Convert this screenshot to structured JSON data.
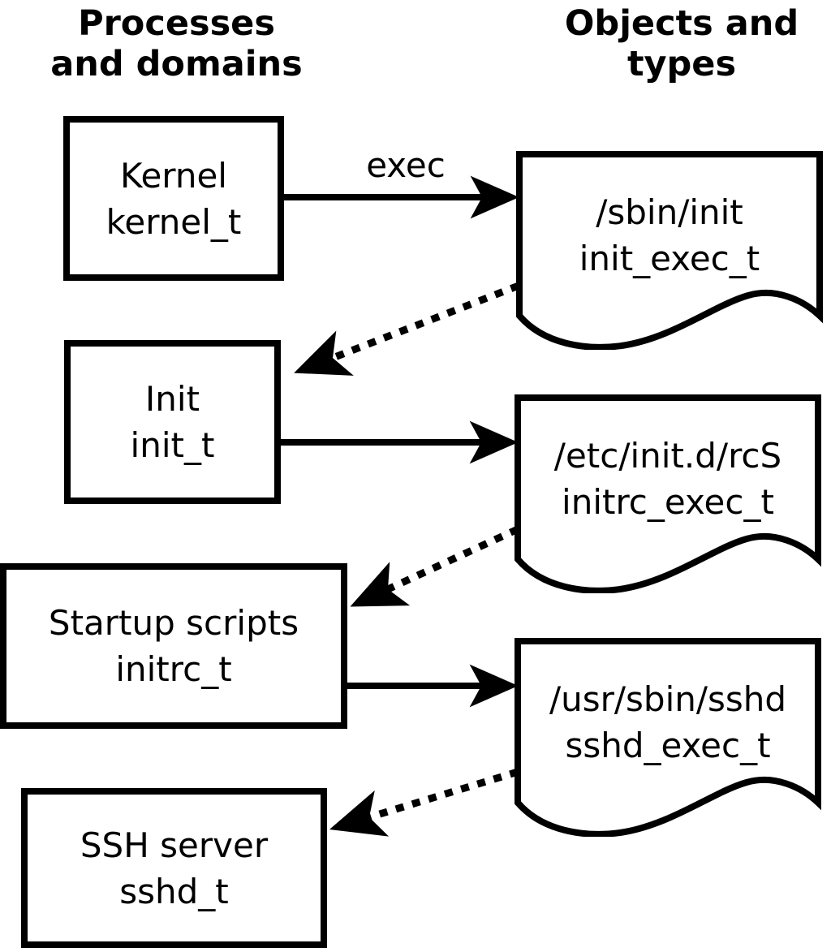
{
  "diagram": {
    "title_left": {
      "line1": "Processes",
      "line2": "and domains"
    },
    "title_right": {
      "line1": "Objects and",
      "line2": "types"
    },
    "exec_label": "exec",
    "processes": [
      {
        "name": "Kernel",
        "type": "kernel_t"
      },
      {
        "name": "Init",
        "type": "init_t"
      },
      {
        "name": "Startup scripts",
        "type": "initrc_t"
      },
      {
        "name": "SSH server",
        "type": "sshd_t"
      }
    ],
    "objects": [
      {
        "path": "/sbin/init",
        "type": "init_exec_t"
      },
      {
        "path": "/etc/init.d/rcS",
        "type": "initrc_exec_t"
      },
      {
        "path": "/usr/sbin/sshd",
        "type": "sshd_exec_t"
      }
    ],
    "colors": {
      "line": "#000000",
      "background": "#ffffff"
    }
  }
}
